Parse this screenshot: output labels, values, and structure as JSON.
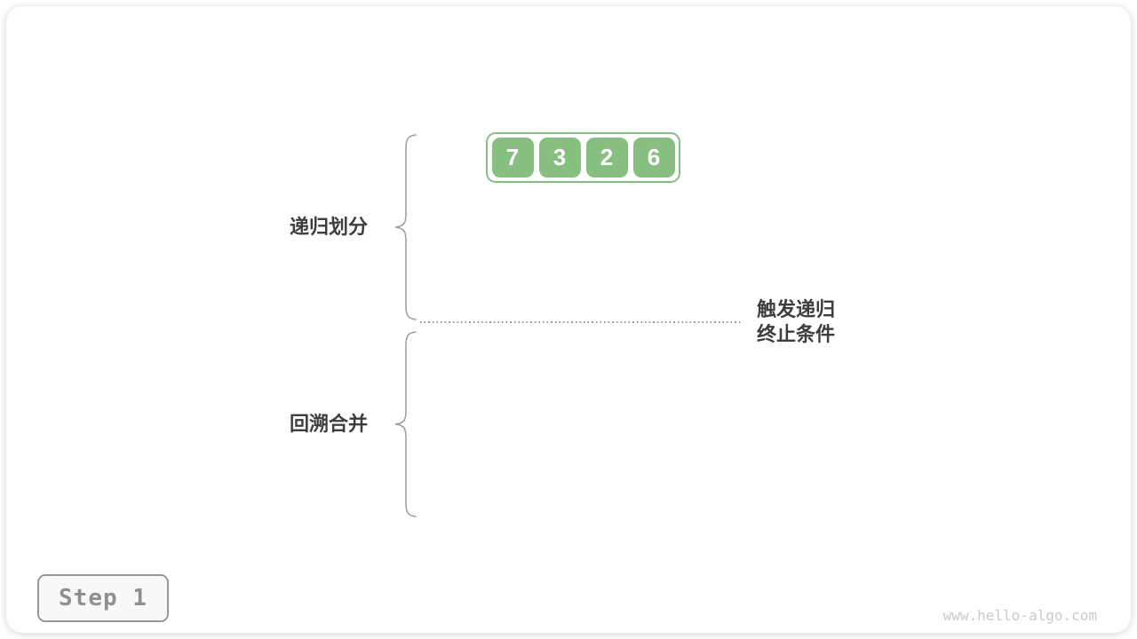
{
  "figure": {
    "array": {
      "values": [
        "7",
        "3",
        "2",
        "6"
      ]
    },
    "phase_labels": {
      "divide": "递归划分",
      "merge": "回溯合并"
    },
    "base_case": {
      "line1": "触发递归",
      "line2": "终止条件"
    },
    "step_badge": "Step 1",
    "watermark": "www.hello-algo.com"
  },
  "colors": {
    "cell_green": "#87bf80",
    "brace_gray": "#9b9b9b",
    "dotted_line_gray": "#9a9a9a",
    "label_dark": "#3d3d3d",
    "step_border_gray": "#979797",
    "step_text_gray": "#8f8f8f",
    "step_bg": "#f8f8f8",
    "watermark_gray": "#c9c9c9"
  }
}
